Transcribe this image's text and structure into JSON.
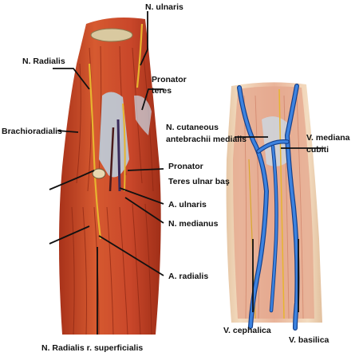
{
  "labels": {
    "n_ulnaris": "N. ulnaris",
    "n_radialis": "N. Radialis",
    "pronator_teres_1": "Pronator",
    "pronator_teres_2": "teres",
    "brachioradialis": "Brachioradialis",
    "pronator_ulnar_1": "Pronator",
    "pronator_ulnar_2": "Teres ulnar baş",
    "a_ulnaris": "A. ulnaris",
    "n_medianus": "N. medianus",
    "a_radialis": "A. radialis",
    "n_radialis_superficialis": "N. Radialis r. superficialis",
    "n_cutaneous_1": "N. cutaneous",
    "n_cutaneous_2": "antebrachii medialis",
    "v_mediana_1": "V. mediana",
    "v_mediana_2": "cubiti",
    "v_cephalica": "V. cephalica",
    "v_basilica": "V. basilica"
  },
  "colors": {
    "muscle_dark": "#b83a1e",
    "muscle_mid": "#d9582f",
    "muscle_light": "#e98a5c",
    "fascia": "#bcd6e6",
    "nerve": "#e7b52f",
    "vein": "#2f6fcf",
    "vein_edge": "#143f8a",
    "skin": "#f1d7b8",
    "leader": "#111111"
  }
}
